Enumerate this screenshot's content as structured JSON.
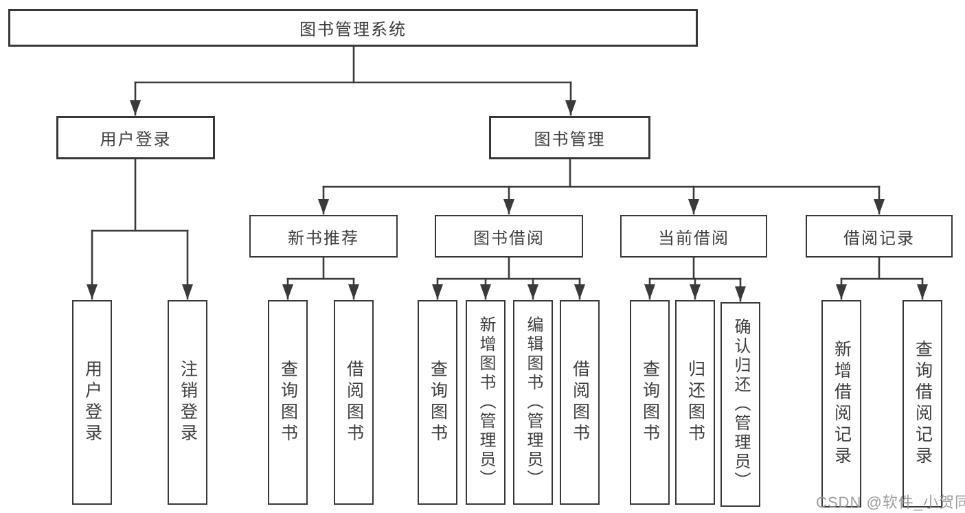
{
  "diagram": {
    "title": "图书管理系统",
    "level2": [
      {
        "label": "用户登录",
        "children": [
          "用户登录",
          "注销登录"
        ]
      },
      {
        "label": "图书管理"
      }
    ],
    "level3": [
      {
        "label": "新书推荐",
        "children": [
          "查询图书",
          "借阅图书"
        ]
      },
      {
        "label": "图书借阅",
        "children": [
          "查询图书",
          "新增图书（管理员）",
          "编辑图书（管理员）",
          "借阅图书"
        ]
      },
      {
        "label": "当前借阅",
        "children": [
          "查询图书",
          "归还图书",
          "确认归还（管理员）"
        ]
      },
      {
        "label": "借阅记录",
        "children": [
          "新增借阅记录",
          "查询借阅记录"
        ]
      }
    ],
    "watermark": "CSDN @软件_小贺同学",
    "colors": {
      "line": "#3a3a3a",
      "box_border": "#383838",
      "text": "#3d3d3d",
      "watermark": "#919191",
      "background": "#ffffff"
    }
  }
}
